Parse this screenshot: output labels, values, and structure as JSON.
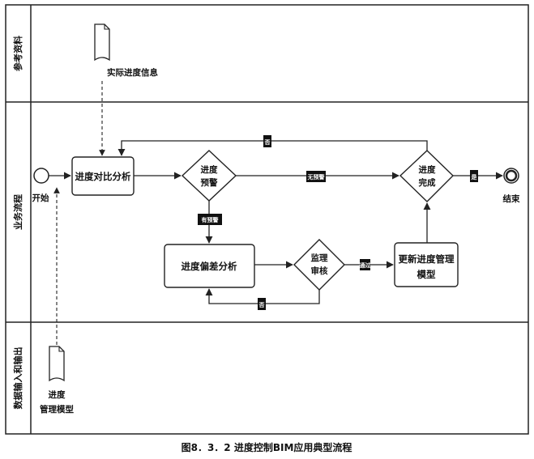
{
  "lanes": {
    "reference": "参考资料",
    "process": "业务流程",
    "data_io": "数据输入和输出"
  },
  "documents": {
    "actual_progress_info": "实际进度信息",
    "model_line1": "进度",
    "model_line2": "管理模型"
  },
  "events": {
    "start": "开始",
    "end": "结束"
  },
  "tasks": {
    "compare_analysis": "进度对比分析",
    "deviation_analysis": "进度偏差分析",
    "update_model_line1": "更新进度管理",
    "update_model_line2": "模型"
  },
  "gateways": {
    "warning_line1": "进度",
    "warning_line2": "预警",
    "supervision_line1": "监理",
    "supervision_line2": "审核",
    "complete_line1": "进度",
    "complete_line2": "完成"
  },
  "edge_tags": {
    "loop_back": "否",
    "no_warning": "无预警",
    "has_warning": "有预警",
    "approved": "通过",
    "rejected": "否",
    "done": "是"
  },
  "caption": "图8．3．2 进度控制BIM应用典型流程",
  "colors": {
    "line": "#222222",
    "tag_bg": "#111111",
    "box_fill": "#ffffff"
  }
}
